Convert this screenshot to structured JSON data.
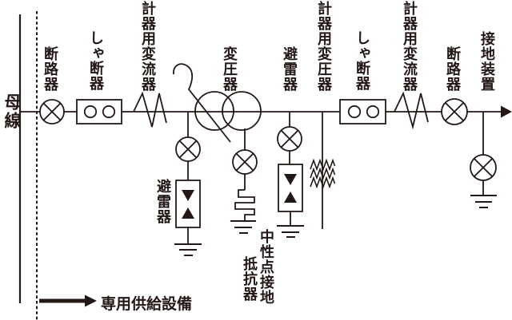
{
  "colors": {
    "ink": "#231815",
    "background": "#ffffff"
  },
  "labels": {
    "bus": "母線",
    "disconnector_left": "断路器",
    "breaker_left": "しゃ断器",
    "ct_left": "計器用変流器",
    "transformer": "変圧器",
    "arrester_top": "避雷器",
    "vt": "計器用変圧器",
    "breaker_right": "しゃ断器",
    "ct_right": "計器用変流器",
    "disconnector_right": "断路器",
    "grounding_device": "接地装置",
    "arrester_mid": "避雷器",
    "neutral_grounding_col1": "中性点接地",
    "neutral_grounding_col2": "抵抗器",
    "supply_note": "専用供給設備"
  },
  "icons": {
    "circle_x": "disconnector-symbol",
    "box_two_circles": "circuit-breaker-symbol",
    "zigzag": "current-transformer-symbol",
    "two_circles": "transformer-symbol",
    "hook_diagonal": "tap-changer-hook",
    "box_triangles": "surge-arrester-symbol",
    "meander": "resistor-symbol",
    "triple_chevron": "voltage-transformer-symbol",
    "three_bars": "earth-ground-symbol",
    "arrow_right": "feeder-arrow"
  }
}
